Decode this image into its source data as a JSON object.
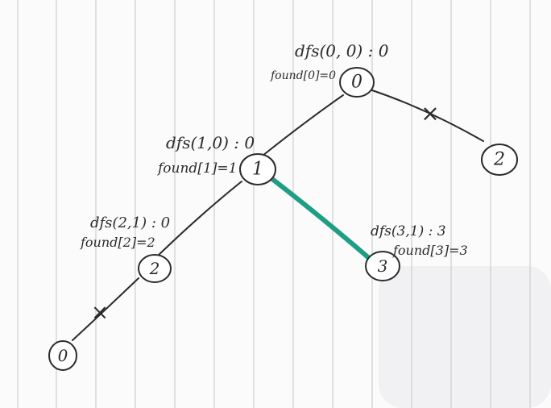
{
  "colors": {
    "paper": "#fbfbfb",
    "ruled_line": "#cfcfcf",
    "ink": "#2b2b2b",
    "highlight_edge": "#1f9e85",
    "smudge": "#e6e6ea"
  },
  "nodes": {
    "root": {
      "label": "0",
      "call": "dfs(0, 0) : 0",
      "found": "found[0]=0"
    },
    "right_child": {
      "label": "2"
    },
    "node_one": {
      "label": "1",
      "call": "dfs(1,0) : 0",
      "found": "found[1]=1"
    },
    "node_two": {
      "label": "2",
      "call": "dfs(2,1) : 0",
      "found": "found[2]=2"
    },
    "node_three": {
      "label": "3",
      "call": "dfs(3,1) : 3",
      "found": "found[3]=3"
    },
    "leaf_zero": {
      "label": "0"
    }
  },
  "cut_marks": {
    "root_to_right": "×",
    "two_to_leaf": "×"
  }
}
